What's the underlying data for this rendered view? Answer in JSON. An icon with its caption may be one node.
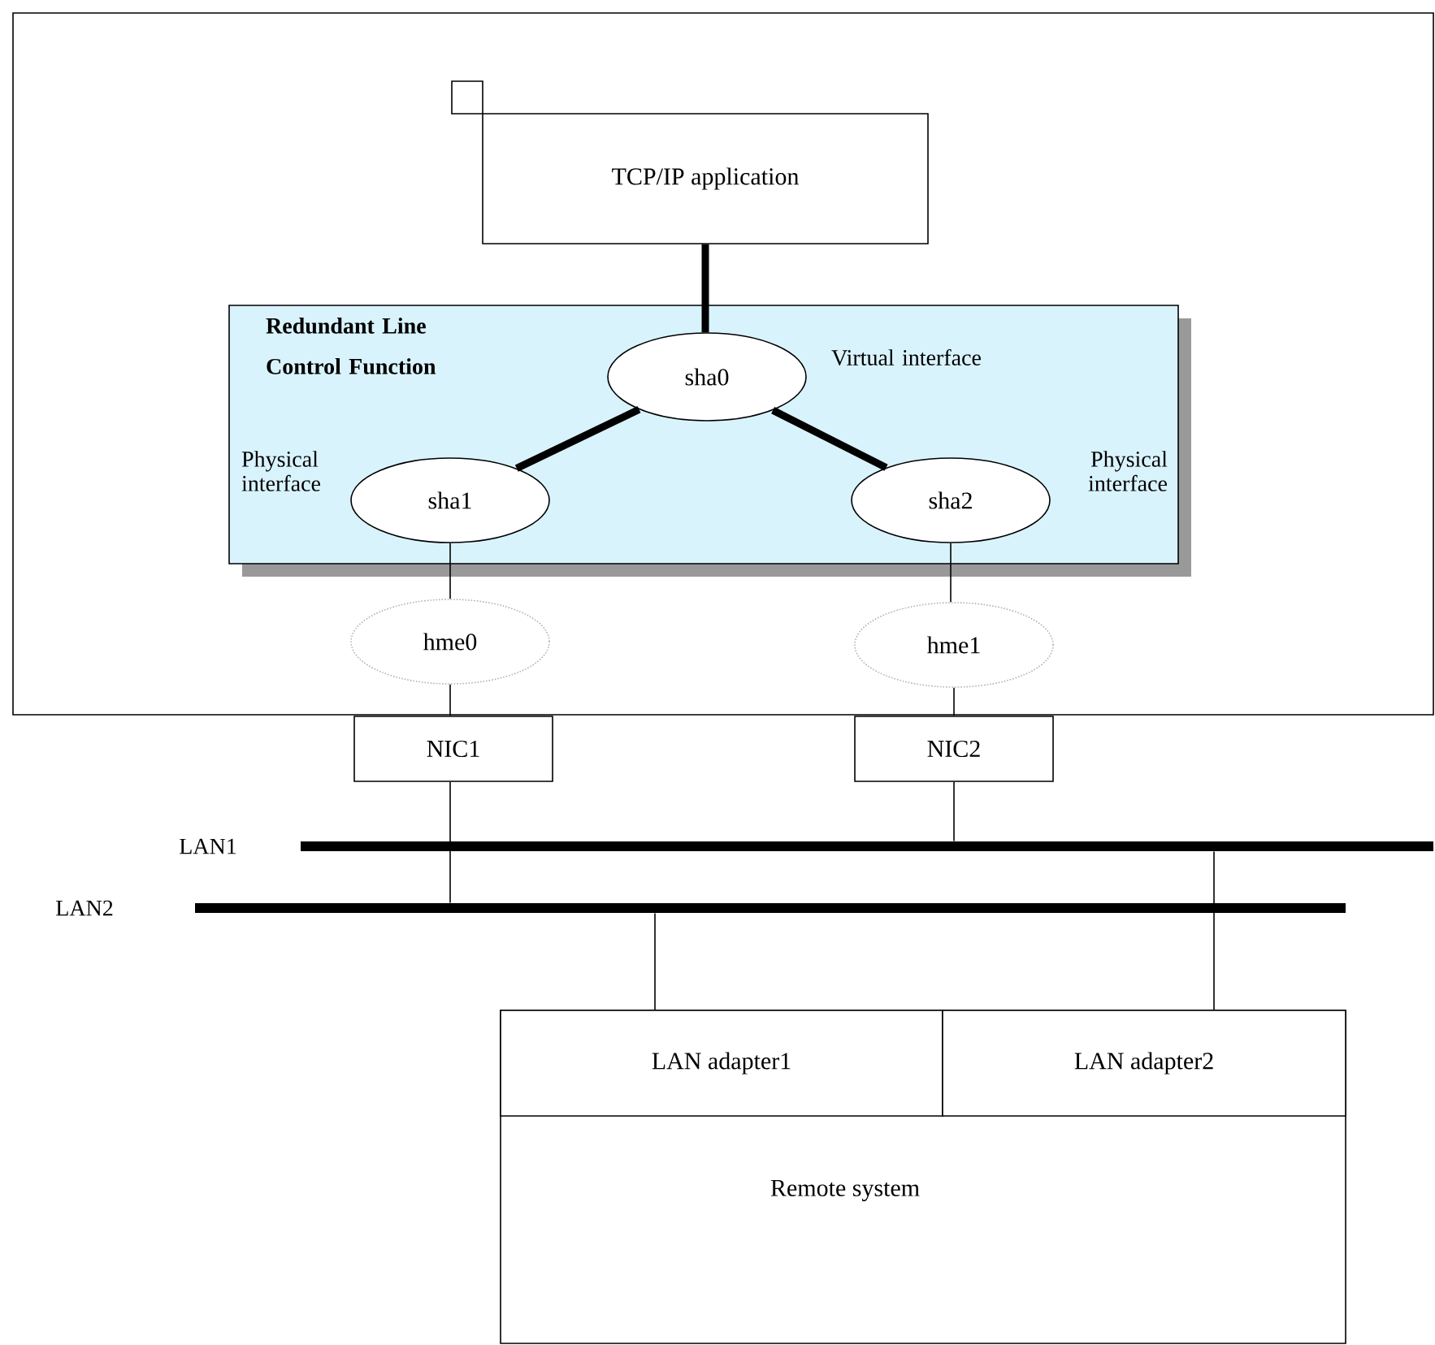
{
  "diagram": {
    "nodes": [
      {
        "text": [],
        "shape": "box"
      },
      {
        "text": [
          "TCP/IP application"
        ],
        "in": 0
      },
      {
        "text": [
          "Redundant Line Control Function"
        ],
        "in": 0
      },
      {
        "text": [
          "sha0"
        ],
        "in": 2,
        "beside": [
          "Virtual interface"
        ]
      },
      {
        "text": [
          "sha1"
        ],
        "in": 2,
        "beside": [
          "Physical interface"
        ]
      },
      {
        "text": [
          "sha2"
        ],
        "in": 2,
        "beside": [
          "Physical interface"
        ]
      },
      {
        "text": [
          "hme0"
        ],
        "in": 0
      },
      {
        "text": [
          "hme1"
        ],
        "in": 0
      },
      {
        "text": [
          "NIC1"
        ]
      },
      {
        "text": [
          "NIC2"
        ]
      },
      {
        "text": [],
        "shape": "bar",
        "beside": [
          "LAN1"
        ]
      },
      {
        "text": [],
        "shape": "bar",
        "beside": [
          "LAN2"
        ]
      },
      {
        "text": [
          "Remote system"
        ]
      },
      {
        "text": [
          "LAN adapter1"
        ],
        "in": 12
      },
      {
        "text": [
          "LAN adapter2"
        ],
        "in": 12
      }
    ],
    "edges": [
      {
        "from": 1,
        "to": 3,
        "arrow": "none",
        "style": "thick"
      },
      {
        "from": 3,
        "to": 4,
        "arrow": "none",
        "style": "thick"
      },
      {
        "from": 3,
        "to": 5,
        "arrow": "none",
        "style": "thick"
      },
      {
        "from": 4,
        "to": 6,
        "arrow": "none"
      },
      {
        "from": 5,
        "to": 7,
        "arrow": "none"
      },
      {
        "from": 6,
        "to": 8,
        "arrow": "none"
      },
      {
        "from": 7,
        "to": 9,
        "arrow": "none"
      },
      {
        "from": 8,
        "to": 11,
        "arrow": "none"
      },
      {
        "from": 9,
        "to": 10,
        "arrow": "none"
      },
      {
        "from": 11,
        "to": 13,
        "arrow": "none"
      },
      {
        "from": 10,
        "to": 14,
        "arrow": "none"
      }
    ]
  }
}
